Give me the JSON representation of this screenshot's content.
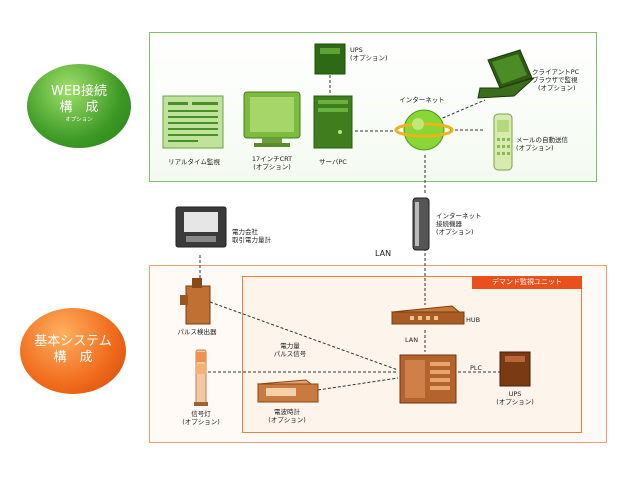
{
  "web": {
    "line1": "WEB接続",
    "line2": "構　成",
    "sub": "オプション"
  },
  "basic": {
    "line1": "基本システム",
    "line2": "構　成"
  },
  "demand_unit": "デマンド監視ユニット",
  "labels": {
    "realtime": "リアルタイム監視",
    "crt1": "17インチCRT",
    "crt2": "(オプション)",
    "server": "サーバPC",
    "ups_top1": "UPS",
    "ups_top2": "(オプション)",
    "internet": "インターネット",
    "client1": "クライアントPC",
    "client2": "ブラウザで監視",
    "client3": "(オプション)",
    "mail1": "メールの自動送信",
    "mail2": "(オプション)",
    "meter1": "電力会社",
    "meter2": "取引電力量計",
    "inet_dev1": "インターネット",
    "inet_dev2": "接続機器",
    "inet_dev3": "(オプション)",
    "lan_top": "LAN",
    "pulse": "パルス検出器",
    "power1": "電力量",
    "power2": "パルス信号",
    "hub": "HUB",
    "lan_mid": "LAN",
    "plc": "PLC",
    "ups_bot1": "UPS",
    "ups_bot2": "(オプション)",
    "signal1": "信号灯",
    "signal2": "(オプション)",
    "clock1": "電波時計",
    "clock2": "(オプション)"
  },
  "colors": {
    "web_green": "#3d9a25",
    "basic_orange": "#ef6a1a",
    "demand_red": "#e8501e",
    "device_brown": "#b5632c"
  }
}
